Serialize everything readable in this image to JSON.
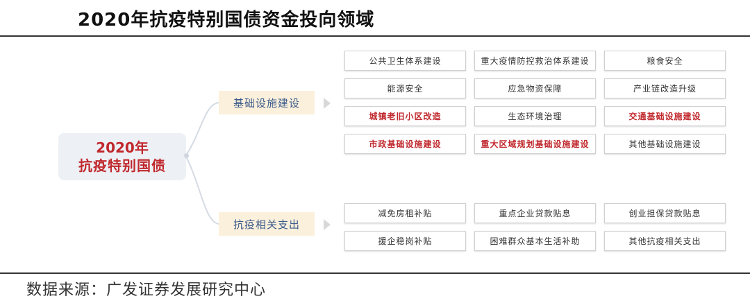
{
  "title": "2020年抗疫特别国债资金投向领域",
  "source": "数据来源：广发证券发展研究中心",
  "root": {
    "line1": "2020年",
    "line2": "抗疫特别国债"
  },
  "categories": [
    {
      "label": "基础设施建设",
      "items": [
        {
          "label": "公共卫生体系建设",
          "highlight": false
        },
        {
          "label": "重大疫情防控救治体系建设",
          "highlight": false
        },
        {
          "label": "粮食安全",
          "highlight": false
        },
        {
          "label": "能源安全",
          "highlight": false
        },
        {
          "label": "应急物资保障",
          "highlight": false
        },
        {
          "label": "产业链改造升级",
          "highlight": false
        },
        {
          "label": "城镇老旧小区改造",
          "highlight": true
        },
        {
          "label": "生态环境治理",
          "highlight": false
        },
        {
          "label": "交通基础设施建设",
          "highlight": true
        },
        {
          "label": "市政基础设施建设",
          "highlight": true
        },
        {
          "label": "重大区域规划基础设施建设",
          "highlight": true
        },
        {
          "label": "其他基础设施建设",
          "highlight": false
        }
      ]
    },
    {
      "label": "抗疫相关支出",
      "items": [
        {
          "label": "减免房租补贴",
          "highlight": false
        },
        {
          "label": "重点企业贷款贴息",
          "highlight": false
        },
        {
          "label": "创业担保贷款贴息",
          "highlight": false
        },
        {
          "label": "援企稳岗补贴",
          "highlight": false
        },
        {
          "label": "困难群众基本生活补助",
          "highlight": false
        },
        {
          "label": "其他抗疫相关支出",
          "highlight": false
        }
      ]
    }
  ],
  "colors": {
    "highlight": "#c0282d",
    "category_text": "#3a5a8a",
    "category_bg": "#fbf0dc"
  }
}
